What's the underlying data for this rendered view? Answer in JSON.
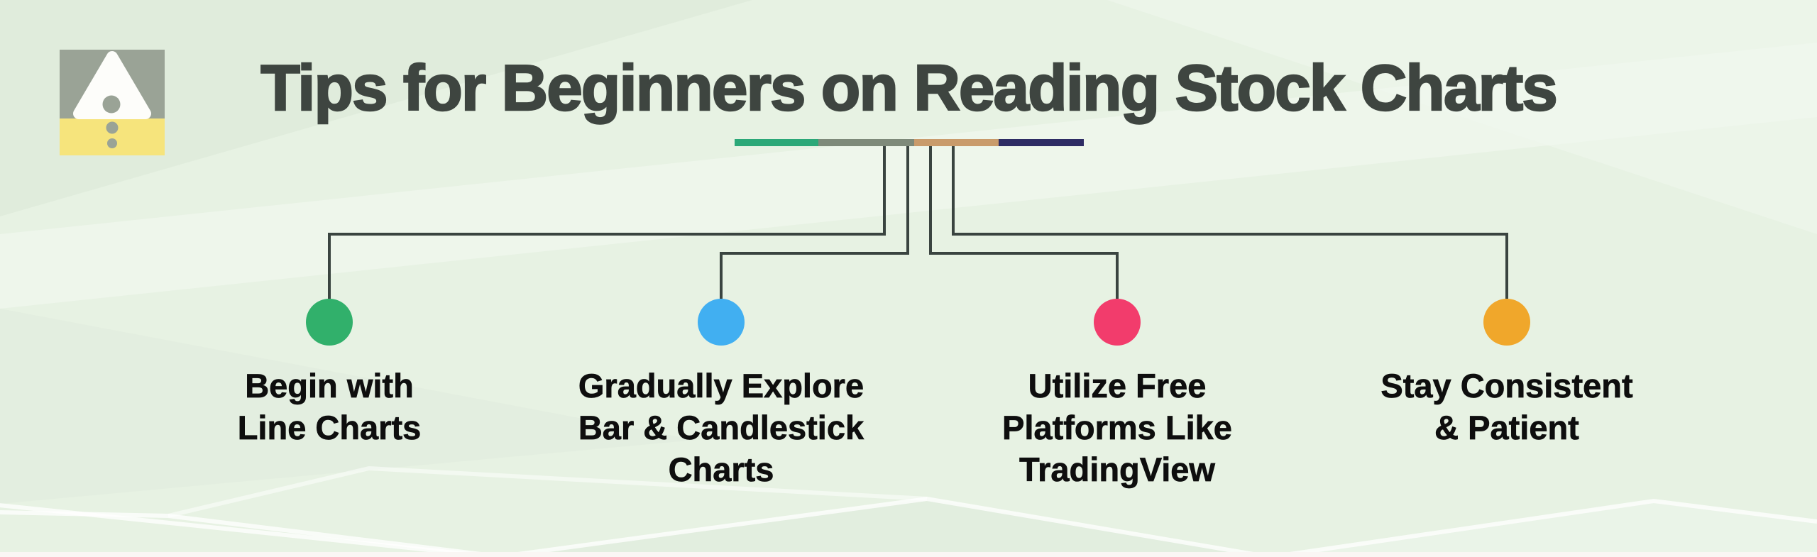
{
  "header": {
    "title": "Tips for Beginners on Reading Stock Charts",
    "title_color": "#3e4540",
    "logo": {
      "name": "triangle-alert-logo",
      "top_bg": "#9aa396",
      "bottom_bg": "#f6e47c",
      "triangle": "#fdfdfa",
      "dot": "#9aa396"
    }
  },
  "divider": {
    "segments": [
      {
        "color": "#2ba878"
      },
      {
        "color": "#7e8a7a"
      },
      {
        "color": "#c99b6b"
      },
      {
        "color": "#2e2c64"
      }
    ]
  },
  "connector_color": "#3a4440",
  "background": {
    "base": "#e7f2e3",
    "facet_dark": "#dce8d9",
    "facet_light": "#f1f8ef",
    "facet_line": "#ffffff",
    "bottom_strip": "#faf6f4"
  },
  "tips": [
    {
      "lines": [
        "Begin with",
        "Line Charts"
      ],
      "color": "#31b06b"
    },
    {
      "lines": [
        "Gradually Explore",
        "Bar & Candlestick",
        "Charts"
      ],
      "color": "#41aff1"
    },
    {
      "lines": [
        "Utilize Free",
        "Platforms Like",
        "TradingView"
      ],
      "color": "#f23c6c"
    },
    {
      "lines": [
        "Stay Consistent",
        "& Patient"
      ],
      "color": "#f0a72b"
    }
  ]
}
